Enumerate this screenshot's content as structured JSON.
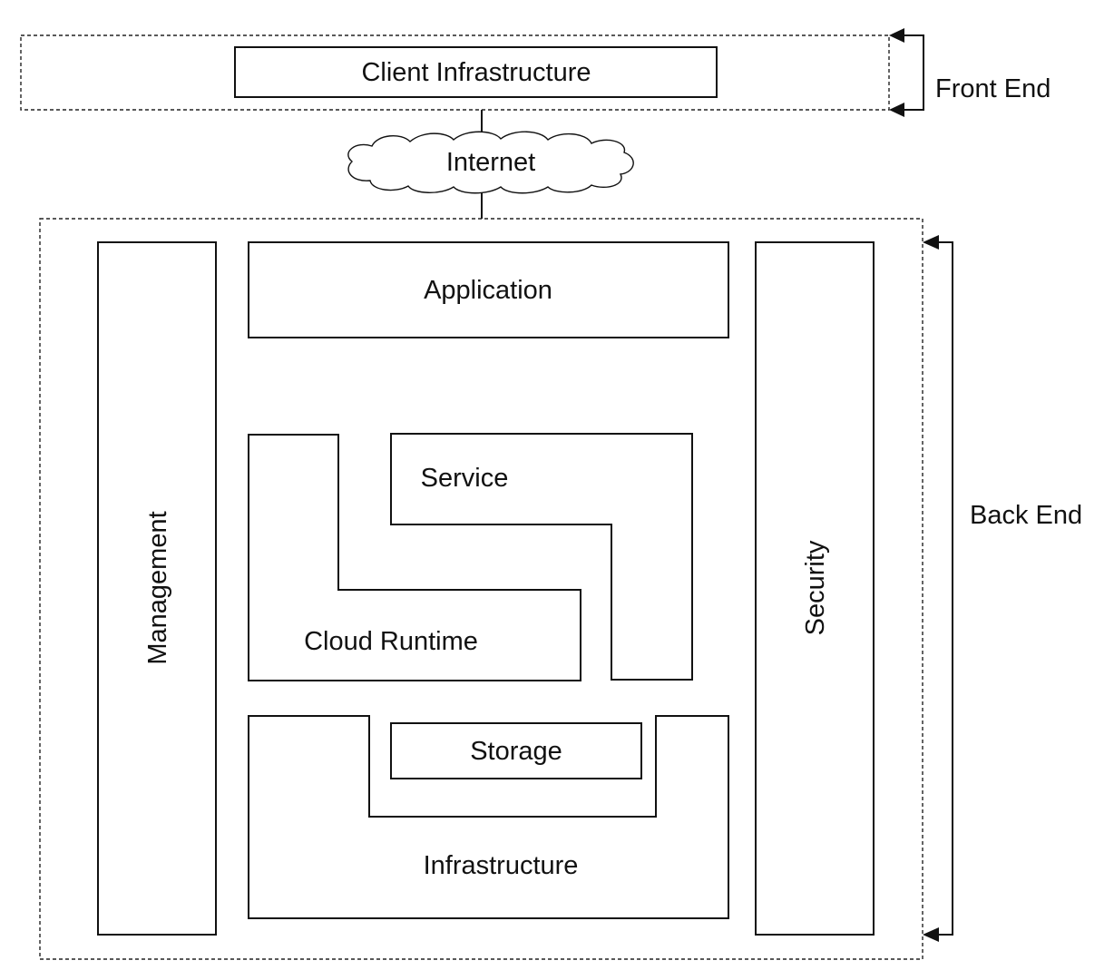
{
  "labels": {
    "client_infrastructure": "Client Infrastructure",
    "front_end": "Front End",
    "internet": "Internet",
    "application": "Application",
    "management": "Management",
    "security": "Security",
    "service": "Service",
    "cloud_runtime": "Cloud Runtime",
    "storage": "Storage",
    "infrastructure": "Infrastructure",
    "back_end": "Back End"
  },
  "colors": {
    "stroke": "#111111",
    "background": "#ffffff"
  }
}
